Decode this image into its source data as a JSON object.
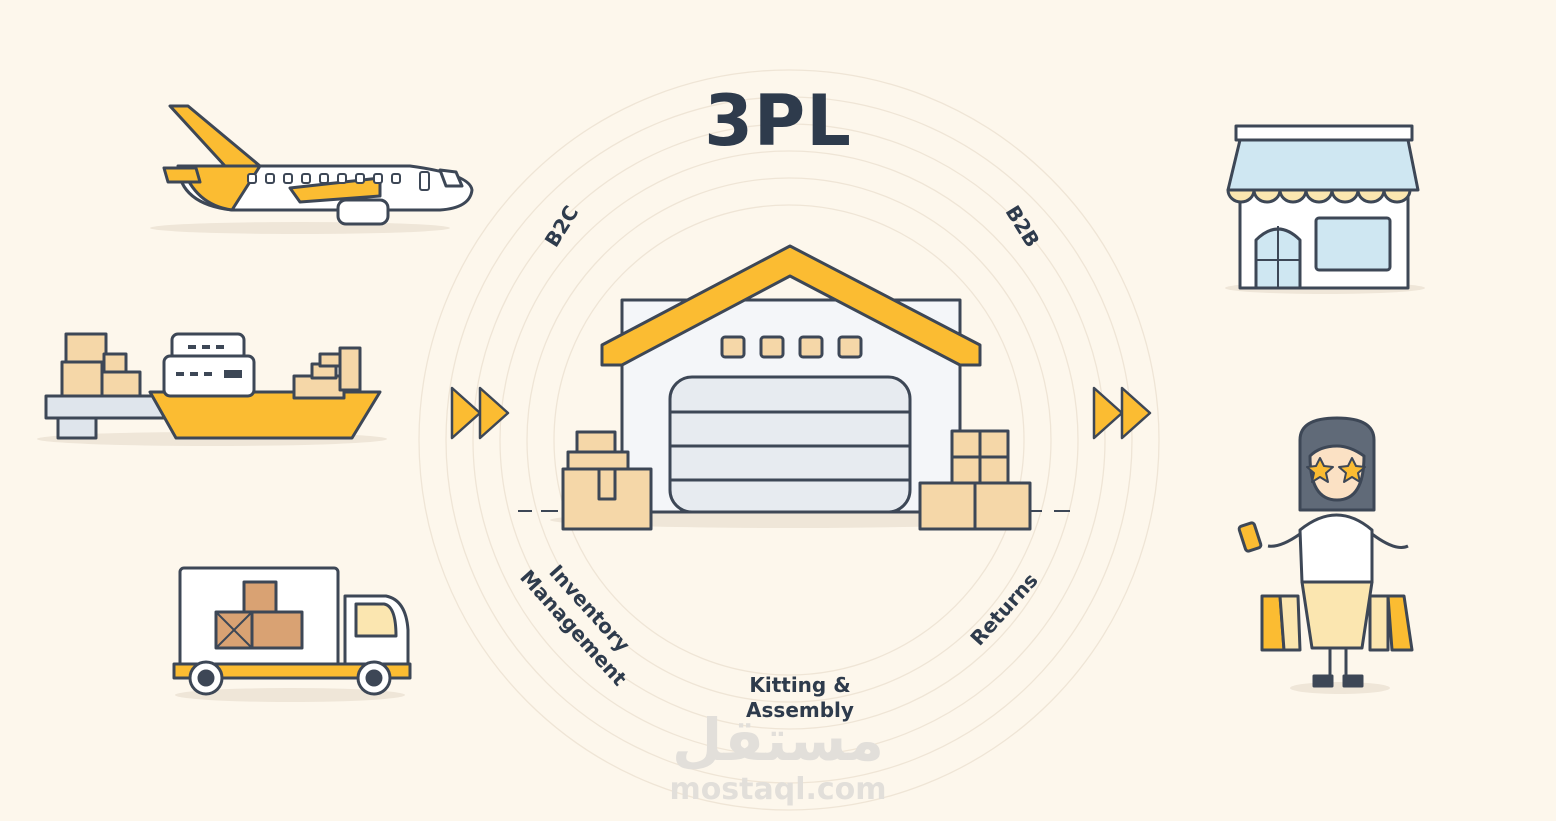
{
  "title": "3PL",
  "labels": {
    "b2c": "B2C",
    "b2b": "B2B",
    "inventory_line1": "Inventory",
    "inventory_line2": "Management",
    "kitting_line1": "Kitting &",
    "kitting_line2": "Assembly",
    "returns": "Returns"
  },
  "watermark": {
    "arabic": "مستقل",
    "latin": "mostaql.com"
  },
  "icons": {
    "left": [
      "airplane-icon",
      "cargo-ship-icon",
      "delivery-truck-icon"
    ],
    "center": "warehouse-icon",
    "right": [
      "storefront-icon",
      "shopper-icon"
    ],
    "flow": [
      "double-arrow-icon",
      "double-arrow-icon"
    ]
  },
  "colors": {
    "background": "#fdf7ec",
    "accent": "#fbbc32",
    "outline": "#3d4756",
    "box": "#f5d7a8",
    "text": "#2e3b4c"
  }
}
